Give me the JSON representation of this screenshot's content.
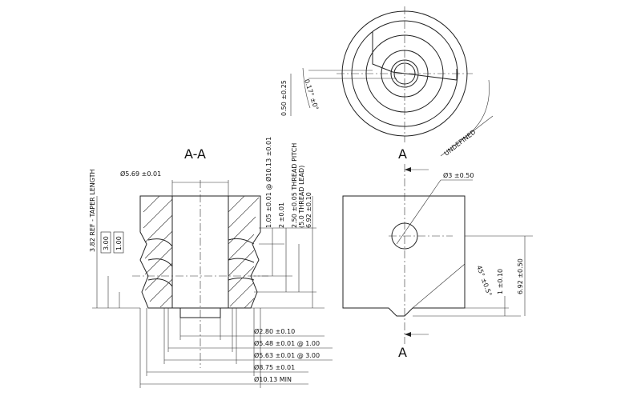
{
  "section_label": "A-A",
  "view_letter_top": "A",
  "view_letter_bottom": "A",
  "dimensions": {
    "head_dia": "Ø5.69 ±0.01",
    "dim_1_05": "1.05 ±0.01 @ Ø10.13 ±0.01",
    "dim_2_00": "2 ±0.01",
    "dim_pitch": "2.50 ±0.05 THREAD PITCH",
    "dim_lead": "(5.0 THREAD LEAD)",
    "dim_6_92": "6.92 ±0.10",
    "taper_len": "3.82 REF - TAPER LENGTH",
    "box_3_00": "3.00",
    "box_1_00": "1.00",
    "bore_dia": "Ø2.80 ±0.10",
    "dia_5_48": "Ø5.48 ±0.01 @ 1.00",
    "dia_5_63": "Ø5.63 ±0.01 @ 3.00",
    "dia_8_75": "Ø8.75 ±0.01",
    "dia_min": "Ø10.13 MIN",
    "top_0_50": "0.50 ±0.25",
    "top_angle": "0.17° ±0°",
    "undefined": "UNDEFINED",
    "hole_dia": "Ø3 ±0.50",
    "chamfer": "45° ±0.5°",
    "dim_1_010": "1 ±0.10",
    "dim_6_92_050": "6.92 ±0.50"
  }
}
